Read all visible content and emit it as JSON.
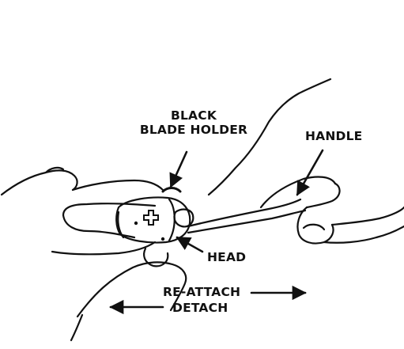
{
  "labels": {
    "blade_holder_line1": "BLACK",
    "blade_holder_line2": "BLADE HOLDER",
    "handle": "HANDLE",
    "head": "HEAD",
    "reattach": "RE-ATTACH",
    "detach": "DETACH"
  },
  "colors": {
    "ink": "#111111",
    "background": "#ffffff"
  }
}
